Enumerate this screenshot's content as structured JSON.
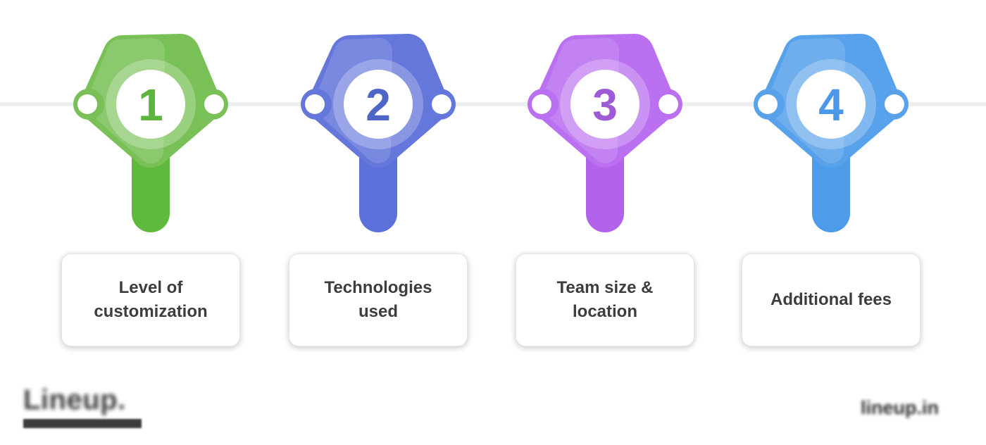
{
  "colors": {
    "background": "#ffffff",
    "timeline_line": "#edeff0",
    "card_background": "#ffffff",
    "card_border": "#e4e4e8",
    "card_text": "#3d3d3d",
    "footer_text": "#3c3c3c"
  },
  "steps": [
    {
      "num": "1",
      "label": "Level of customization",
      "main": "#79c157",
      "stem": "#5eb93c",
      "number": "#5cb63e"
    },
    {
      "num": "2",
      "label": "Technologies used",
      "main": "#6577db",
      "stem": "#5b70d8",
      "number": "#4e66c8"
    },
    {
      "num": "3",
      "label": "Team size & location",
      "main": "#ba70f0",
      "stem": "#b263ec",
      "number": "#9d5cd6"
    },
    {
      "num": "4",
      "label": "Additional fees",
      "main": "#58a2eb",
      "stem": "#4d9ce9",
      "number": "#4b98e8"
    }
  ],
  "footer": {
    "brand": "Lineup.",
    "watermark": "lineup.in"
  }
}
